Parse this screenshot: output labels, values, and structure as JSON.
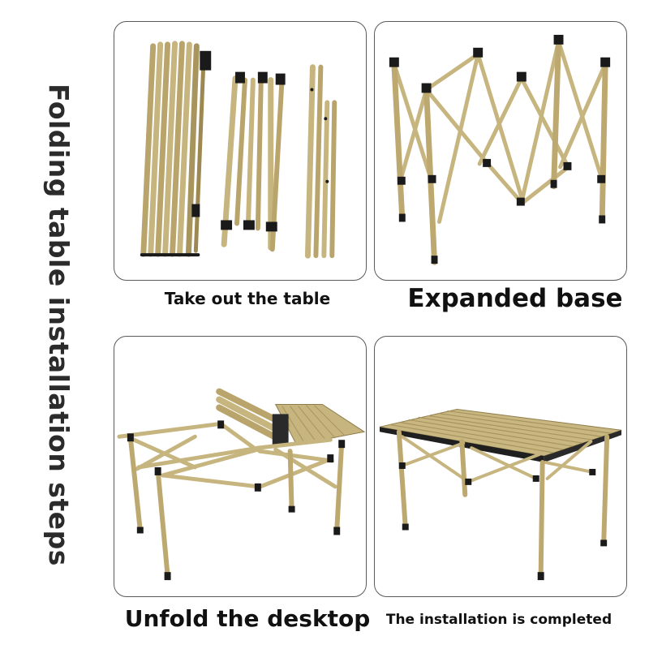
{
  "title": "Folding table installation steps",
  "steps": [
    {
      "caption": "Take out the table"
    },
    {
      "caption": "Expanded base"
    },
    {
      "caption": "Unfold the desktop"
    },
    {
      "caption": "The installation is completed"
    }
  ],
  "colors": {
    "tube": "#c7b57f",
    "tube_dark": "#8f7d4c",
    "joint": "#1a1a1a",
    "frame": "#5a5a5a"
  }
}
